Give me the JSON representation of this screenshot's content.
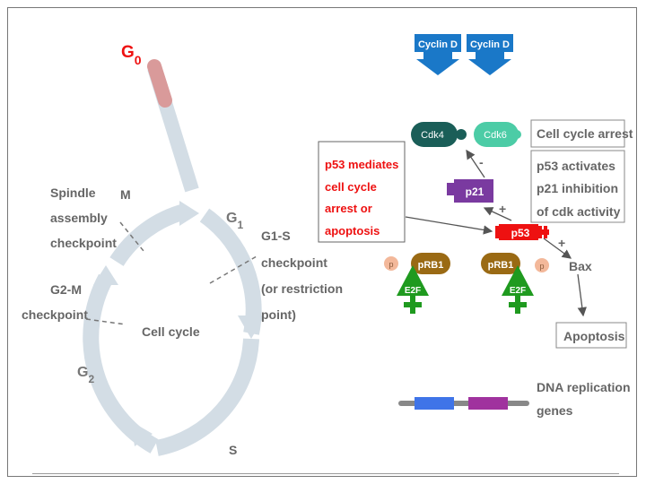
{
  "cycle": {
    "g0": {
      "letter": "G",
      "sub": "0"
    },
    "g1": {
      "letter": "G",
      "sub": "1"
    },
    "g2": {
      "letter": "G",
      "sub": "2"
    },
    "m": "M",
    "s": "S",
    "center": "Cell cycle"
  },
  "checkpoints": {
    "spindle": [
      "Spindle",
      "assembly",
      "checkpoint"
    ],
    "g2m": [
      "G2-M",
      "checkpoint"
    ],
    "g1s": [
      "G1-S",
      "checkpoint",
      "(or restriction",
      "point)"
    ]
  },
  "pathway": {
    "cyclin1": "Cyclin D",
    "cyclin2": "Cyclin D",
    "cdk4": "Cdk4",
    "cdk6": "Cdk6",
    "arrest": "Cell cycle arrest",
    "p53_note": [
      "p53 mediates",
      "cell cycle",
      "arrest or",
      "apoptosis"
    ],
    "p21_note": [
      "p53  activates",
      "p21 inhibition",
      "of cdk activity"
    ],
    "p21": "p21",
    "p53": "p53",
    "bax": "Bax",
    "apoptosis": "Apoptosis",
    "prb1_left": "pRB1",
    "prb1_right": "pRB1",
    "p_left": "p",
    "p_right": "p",
    "e2f_left": "E2F",
    "e2f_right": "E2F",
    "minus": "-",
    "plus1": "+",
    "plus2": "+",
    "dna": [
      "DNA replication",
      "genes"
    ]
  },
  "colors": {
    "cycle": "#d3dde5",
    "g0_tail": "#d99a9a",
    "red": "#ee1111",
    "cyclin_blue": "#1a78c8",
    "cdk4": "#1a5e58",
    "cdk6": "#4ccca6",
    "p21": "#7a3aa0",
    "prb1": "#9a6a14",
    "e2f_green": "#1f9a1f",
    "phos": "#f3b89a",
    "gene_blue": "#3f74e8",
    "gene_purple": "#a0329e"
  }
}
